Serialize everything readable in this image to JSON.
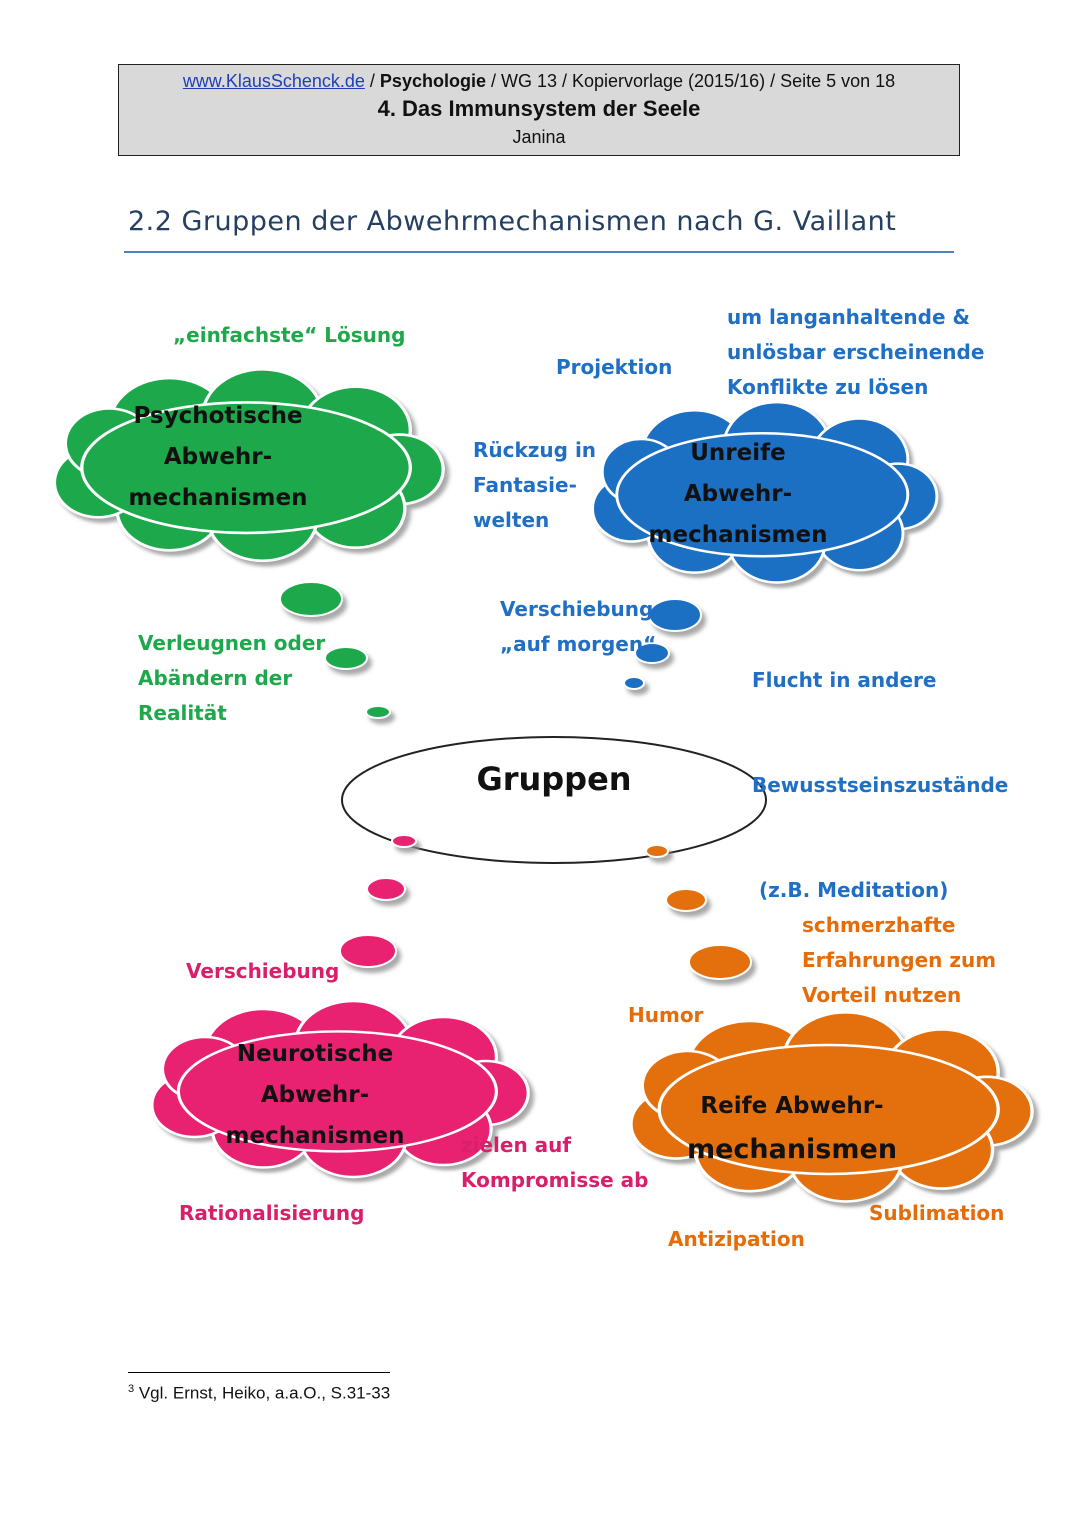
{
  "header": {
    "link": "www.KlausSchenck.de",
    "sep1": " / ",
    "subject": "Psychologie",
    "rest": " / WG 13 / Kopiervorlage (2015/16) / Seite 5 von 18",
    "title": "4. Das Immunsystem der Seele",
    "author": "Janina"
  },
  "section_title": "2.2 Gruppen der Abwehrmechanismen nach G. Vaillant",
  "center": {
    "label": "Gruppen"
  },
  "colors": {
    "green": "#1fa84b",
    "blue": "#1f6fc4",
    "pink": "#e8226f",
    "orange": "#e4700f"
  },
  "psychotic": {
    "cloud_lines": [
      "Psychotische",
      "Abwehr-",
      "mechanismen"
    ],
    "top_label": "„einfachste“ Lösung",
    "side_lines": [
      "Verleugnen oder",
      "Abändern der",
      "Realität"
    ]
  },
  "immature": {
    "cloud_lines": [
      "Unreife",
      "Abwehr-",
      "mechanismen"
    ],
    "projektion": "Projektion",
    "top_lines": [
      "um langanhaltende &",
      "unlösbar erscheinende",
      "Konflikte zu lösen"
    ],
    "left_lines": [
      "Rückzug in",
      "Fantasie-",
      "welten"
    ],
    "bottom_left_lines": [
      "Verschiebung",
      "„auf morgen“"
    ],
    "bottom_right_lines": [
      "Flucht in andere",
      "Bewusstseinszustände",
      " (z.B. Meditation)"
    ]
  },
  "neurotic": {
    "cloud_lines": [
      "Neurotische",
      "Abwehr-",
      "mechanismen"
    ],
    "top_label": "Verschiebung",
    "right_lines": [
      "zielen auf",
      "Kompromisse ab"
    ],
    "bottom_label": "Rationalisierung"
  },
  "mature": {
    "cloud_lines": [
      "Reife Abwehr-",
      "mechanismen"
    ],
    "top_lines": [
      "schmerzhafte",
      "Erfahrungen zum",
      "Vorteil nutzen"
    ],
    "left_label": "Humor",
    "bottom_label": "Antizipation",
    "right_label": "Sublimation"
  },
  "footnote": {
    "marker": "3",
    "text": " Vgl. Ernst, Heiko, a.a.O., S.31-33"
  }
}
